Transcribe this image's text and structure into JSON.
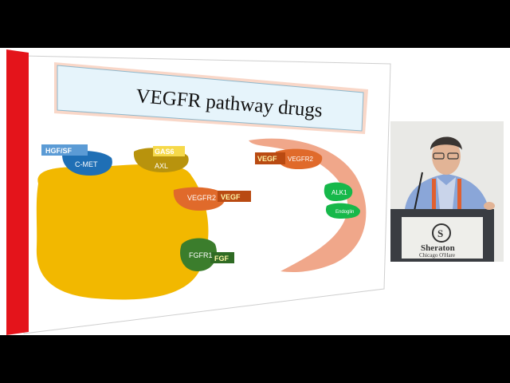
{
  "slide": {
    "title": "VEGFR pathway drugs",
    "labels": {
      "hgf": "HGF/SF",
      "cmet": "C-MET",
      "gas6": "GAS6",
      "axl": "AXL",
      "vegfr2_tumor": "VEGFR2",
      "vegf_tumor": "VEGF",
      "fgfr1": "FGFR1",
      "fgf": "FGF",
      "vegf_vessel": "VEGF",
      "vegfr2_vessel": "VEGFR2",
      "alk1": "ALK1",
      "endoglin": "Endoglin"
    }
  },
  "speaker_view": {
    "podium_logo": "Sheraton",
    "podium_sub": "Chicago O'Hare"
  },
  "colors": {
    "accent_red": "#e4141b",
    "tumor": "#f2b800",
    "cmet": "#1f6fb5",
    "hgf": "#5b9bd5",
    "axl": "#b8930d",
    "gas6": "#f6d94a",
    "vegfr2": "#e06a2b",
    "vegf_dark": "#b94a12",
    "fgfr": "#3b7d2c",
    "vessel": "#f0a78a",
    "endo": "#16b84a"
  }
}
